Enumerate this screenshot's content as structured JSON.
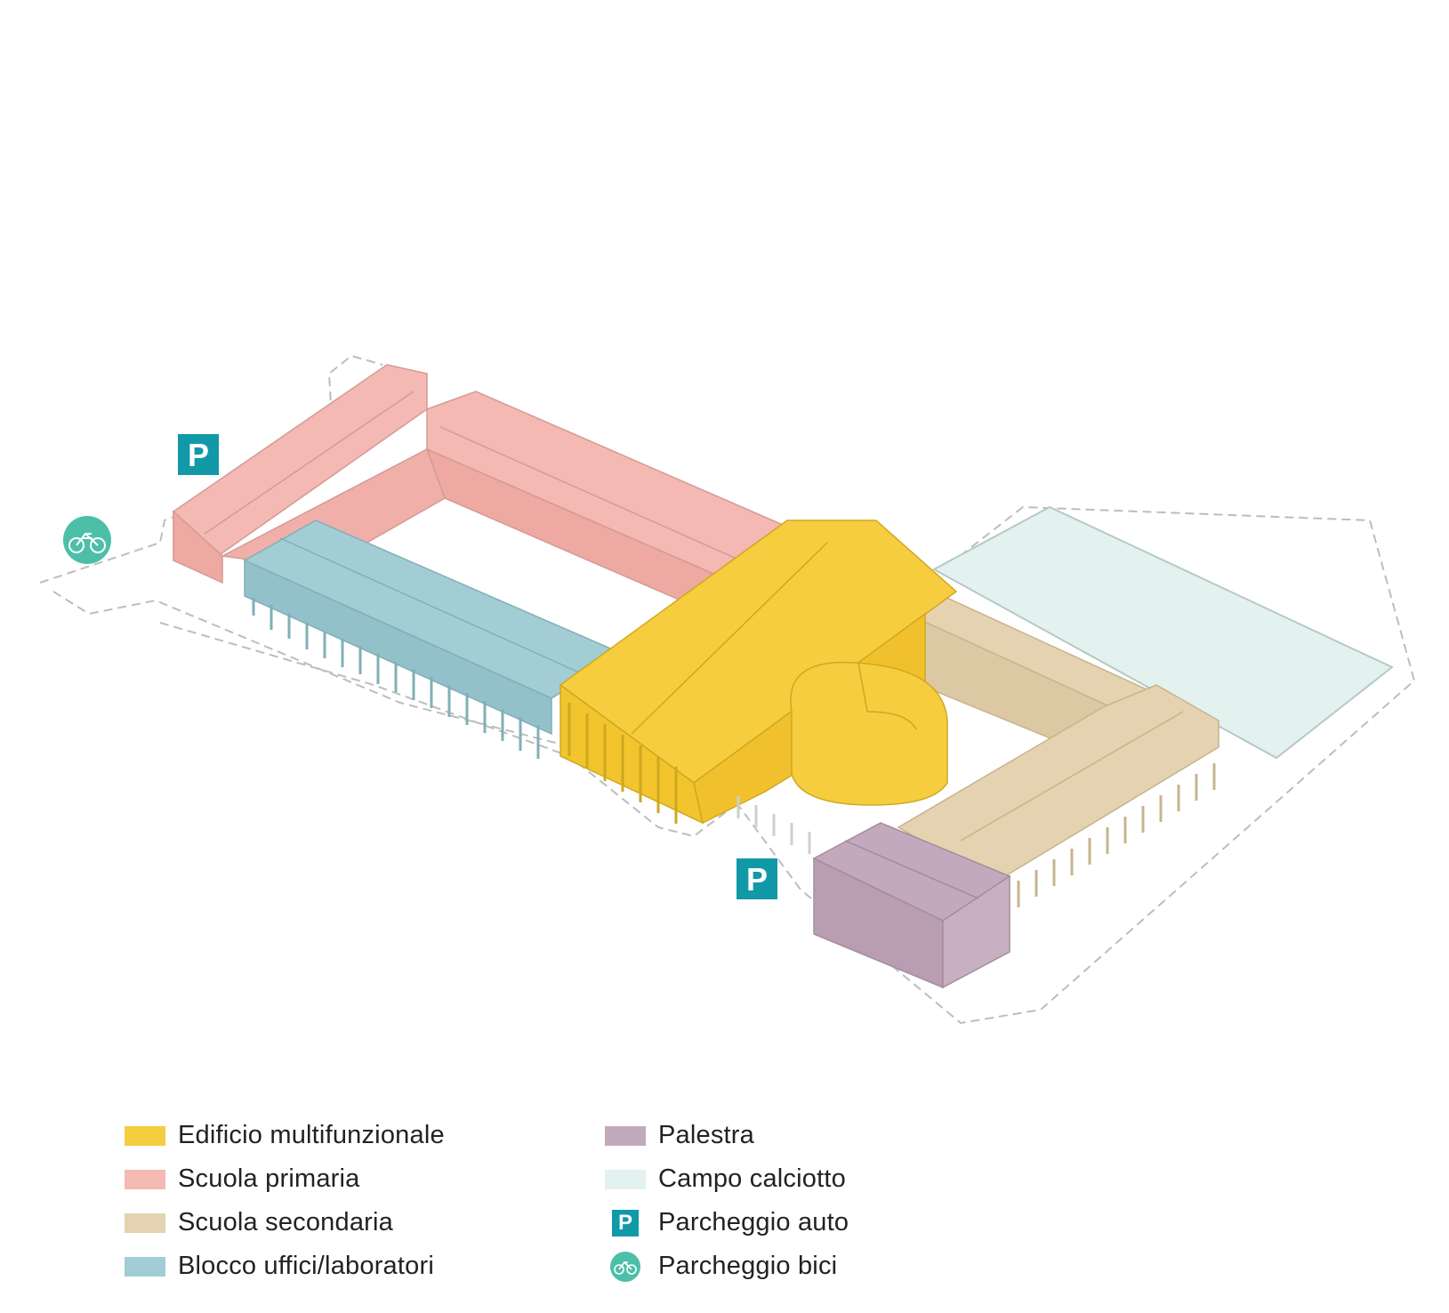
{
  "colors": {
    "multifunzionale": "#f6cd3f",
    "primaria": "#f3b9b2",
    "secondaria": "#e4d2b0",
    "uffici": "#a3cdd4",
    "palestra": "#c2a9bd",
    "calciotto": "#e3f1ef",
    "parking": "#1199a8",
    "bike": "#4dbfa8",
    "outline": "#8d8d8d"
  },
  "map": {
    "parking_symbol": "P",
    "bike_icon": "bicycle-icon"
  },
  "legend": {
    "col1": [
      {
        "label": "Edificio multifunzionale",
        "color": "#f6cd3f"
      },
      {
        "label": "Scuola primaria",
        "color": "#f3b9b2"
      },
      {
        "label": "Scuola secondaria",
        "color": "#e4d2b0"
      },
      {
        "label": "Blocco uffici/laboratori",
        "color": "#a3cdd4"
      }
    ],
    "col2": [
      {
        "label": "Palestra",
        "color": "#c2a9bd"
      },
      {
        "label": "Campo calciotto",
        "color": "#e3f1ef"
      },
      {
        "label": "Parcheggio auto",
        "icon": "parking-icon",
        "symbol": "P"
      },
      {
        "label": "Parcheggio bici",
        "icon": "bicycle-icon"
      }
    ]
  }
}
